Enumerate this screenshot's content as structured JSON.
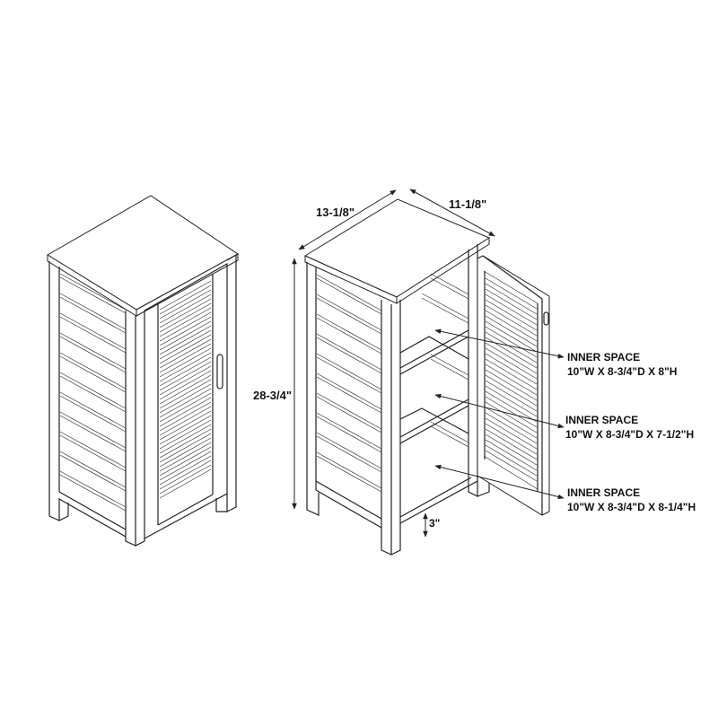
{
  "diagram": {
    "type": "product-dimension-drawing",
    "subject": "Single-door louvered floor cabinet",
    "views": [
      {
        "name": "closed-cabinet-view",
        "door": "closed"
      },
      {
        "name": "open-cabinet-view",
        "door": "open",
        "shelves": 2
      }
    ]
  },
  "dimensions": {
    "width": "13-1/8\"",
    "depth": "11-1/8\"",
    "height": "28-3/4\"",
    "leg_clearance": "3\""
  },
  "inner_spaces": [
    {
      "title": "INNER SPACE",
      "size": "10\"W X 8-3/4\"D X 8\"H"
    },
    {
      "title": "INNER SPACE",
      "size": "10\"W X 8-3/4\"D X 7-1/2\"H"
    },
    {
      "title": "INNER SPACE",
      "size": "10\"W X 8-3/4\"D X 8-1/4\"H"
    }
  ],
  "colors": {
    "line": "#222222",
    "background": "#ffffff"
  }
}
